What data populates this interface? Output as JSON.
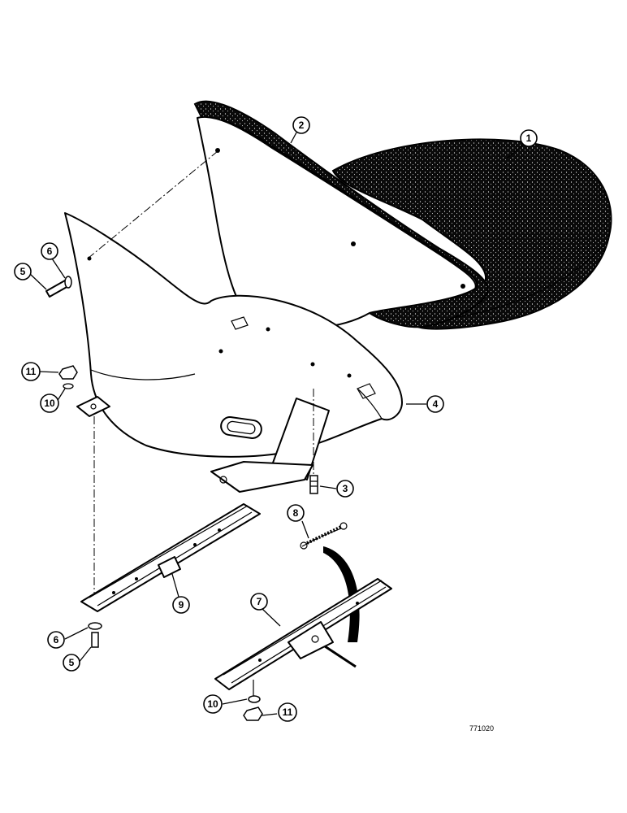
{
  "figure_number": "771020",
  "callouts": {
    "c1": "1",
    "c2": "2",
    "c3": "3",
    "c4": "4",
    "c5a": "5",
    "c5b": "5",
    "c6a": "6",
    "c6b": "6",
    "c7": "7",
    "c8": "8",
    "c9": "9",
    "c10a": "10",
    "c10b": "10",
    "c11a": "11",
    "c11b": "11"
  },
  "colors": {
    "ink": "#000000",
    "paper": "#ffffff"
  }
}
